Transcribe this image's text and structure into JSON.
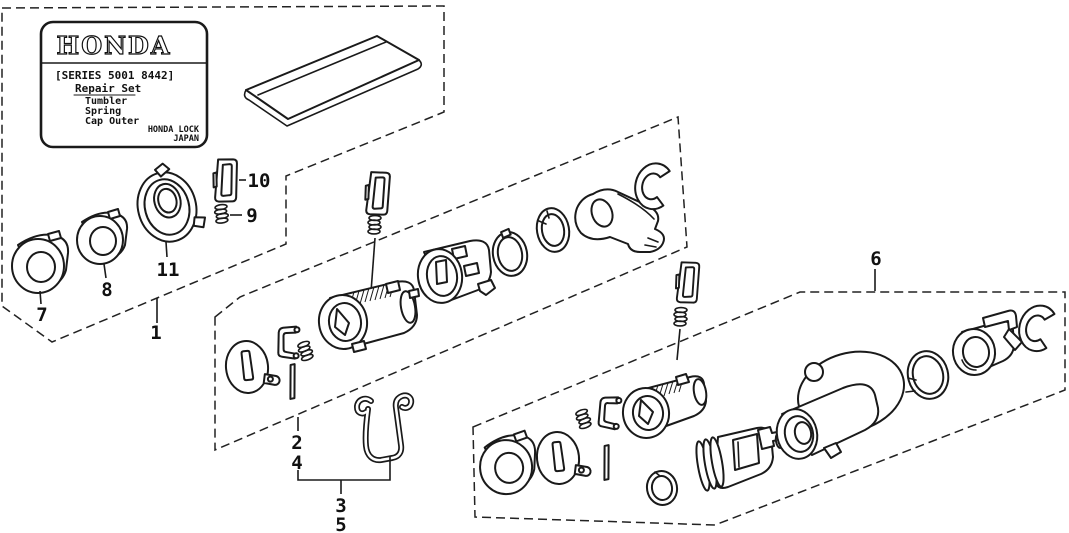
{
  "figure": {
    "type": "exploded-parts-diagram",
    "background": "#ffffff",
    "line_color": "#1a1a1a"
  },
  "label_plate": {
    "logo": "HONDA",
    "series": "[SERIES 5001 8442]",
    "kit_title": "Repair Set",
    "kit_items": [
      "Tumbler",
      "Spring",
      "Cap Outer"
    ],
    "maker": "HONDA LOCK",
    "country": "JAPAN"
  },
  "callouts": {
    "c1": "1",
    "c2": "2",
    "c3": "3",
    "c4": "4",
    "c5": "5",
    "c6": "6",
    "c7": "7",
    "c8": "8",
    "c9": "9",
    "c10": "10",
    "c11": "11"
  }
}
